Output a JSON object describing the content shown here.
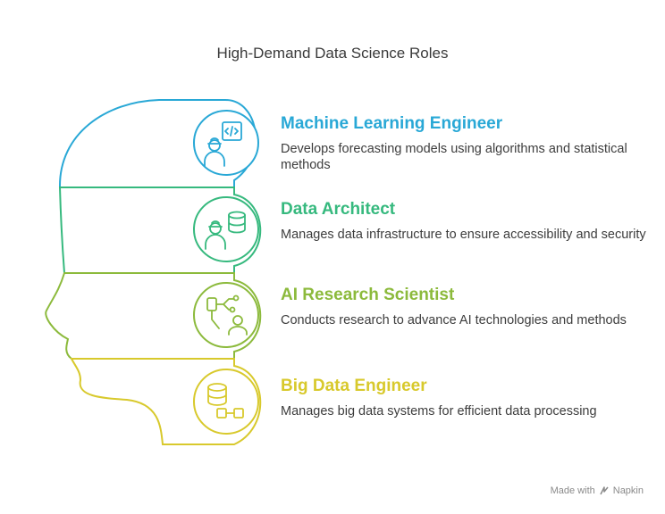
{
  "title": "High-Demand Data Science Roles",
  "colors": {
    "ml": "#29a8d6",
    "architect": "#36b97e",
    "research": "#8cba3c",
    "bigdata": "#d8c92c"
  },
  "roles": [
    {
      "title": "Machine Learning Engineer",
      "description": "Develops forecasting models using algorithms and statistical methods",
      "icon": "engineer-code-icon"
    },
    {
      "title": "Data Architect",
      "description": "Manages data infrastructure to ensure accessibility and security",
      "icon": "engineer-database-icon"
    },
    {
      "title": "AI Research Scientist",
      "description": "Conducts research to advance AI technologies and methods",
      "icon": "scientist-robot-icon"
    },
    {
      "title": "Big Data Engineer",
      "description": "Manages big data systems for efficient data processing",
      "icon": "database-network-icon"
    }
  ],
  "footer": {
    "prefix": "Made with",
    "brand": "Napkin"
  }
}
